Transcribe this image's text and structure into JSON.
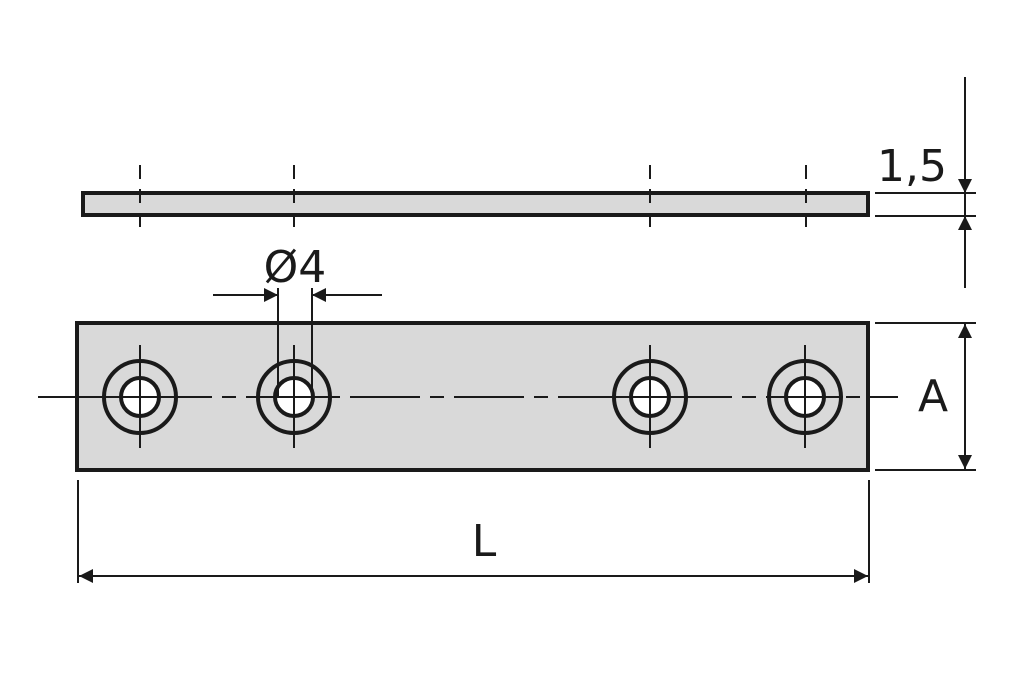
{
  "colors": {
    "part_fill": "#d9d9d9",
    "line": "#1a1a1a",
    "hole": "#ffffff"
  },
  "dimensions": {
    "hole_diameter": "Ø4",
    "thickness": "1,5",
    "width": "A",
    "length": "L"
  },
  "hole_count": 4
}
